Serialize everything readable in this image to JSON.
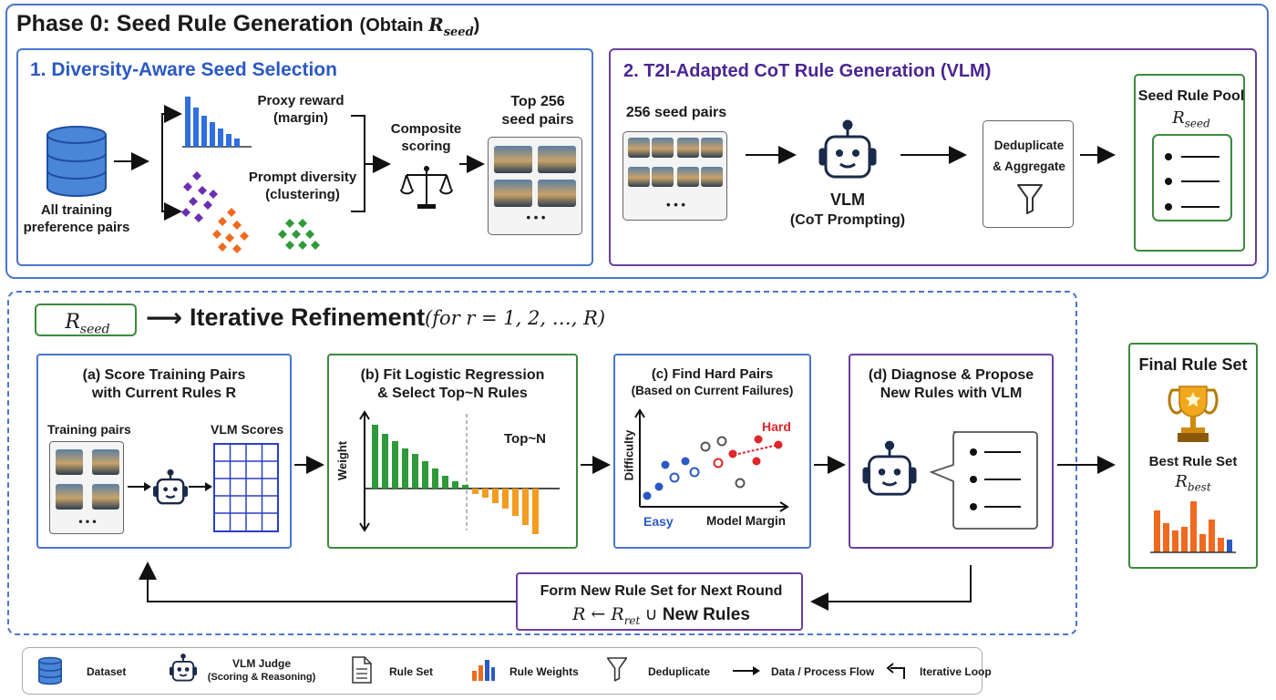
{
  "phase0": {
    "title": "Phase 0: Seed Rule Generation",
    "obtain": "(Obtain ",
    "obtain_sym": "R",
    "obtain_sub": "seed",
    "obtain_close": ")"
  },
  "seed_selection": {
    "title": "1. Diversity-Aware Seed Selection",
    "dataset_label_1": "All training",
    "dataset_label_2": "preference pairs",
    "proxy_1": "Proxy reward",
    "proxy_2": "(margin)",
    "diversity_1": "Prompt diversity",
    "diversity_2": "(clustering)",
    "composite_1": "Composite",
    "composite_2": "scoring",
    "top_1": "Top 256",
    "top_2": "seed pairs",
    "ellipsis": "• • •"
  },
  "cot": {
    "title": "2. T2I-Adapted CoT Rule Generation (VLM)",
    "pairs_label": "256 seed pairs",
    "ellipsis": "• • •",
    "vlm": "VLM",
    "vlm_sub": "(CoT Prompting)",
    "dedup_1": "Deduplicate",
    "dedup_2": "& Aggregate",
    "pool_title": "Seed Rule Pool",
    "pool_sym": "R",
    "pool_sub": "seed"
  },
  "refine": {
    "seed_sym": "R",
    "seed_sub": "seed",
    "title": "Iterative Refinement",
    "for_text": "(for r = 1, 2,  …, R)"
  },
  "step_a": {
    "title_1": "(a) Score Training Pairs",
    "title_2": "with Current Rules R",
    "pairs": "Training pairs",
    "scores": "VLM Scores",
    "ellipsis": "• • •"
  },
  "step_b": {
    "title_1": "(b) Fit Logistic Regression",
    "title_2": "& Select Top~N Rules",
    "ylabel": "Weight",
    "topn": "Top~N"
  },
  "step_c": {
    "title_1": "(c) Find Hard Pairs",
    "title_2": "(Based on Current Failures)",
    "ylabel": "Difficulty",
    "xlabel": "Model Margin",
    "easy": "Easy",
    "hard": "Hard"
  },
  "step_d": {
    "title_1": "(d) Diagnose & Propose",
    "title_2": "New Rules with VLM"
  },
  "final": {
    "title": "Final Rule Set",
    "best": "Best Rule Set",
    "best_sym": "R",
    "best_sub": "best"
  },
  "loop": {
    "title": "Form New Rule Set for Next Round",
    "formula_1": "R ← R",
    "formula_sub": "ret",
    "formula_2": " ∪ ",
    "formula_3": "New Rules"
  },
  "legend": {
    "dataset": "Dataset",
    "vlm_1": "VLM Judge",
    "vlm_2": "(Scoring & Reasoning)",
    "ruleset": "Rule Set",
    "weights": "Rule Weights",
    "dedup": "Deduplicate",
    "flow": "Data / Process Flow",
    "loop": "Iterative Loop"
  },
  "colors": {
    "blue": "#2b59c3",
    "purple": "#6b3fa0",
    "green": "#3c8a3c",
    "orange": "#f39c1f",
    "red": "#e0262a"
  }
}
